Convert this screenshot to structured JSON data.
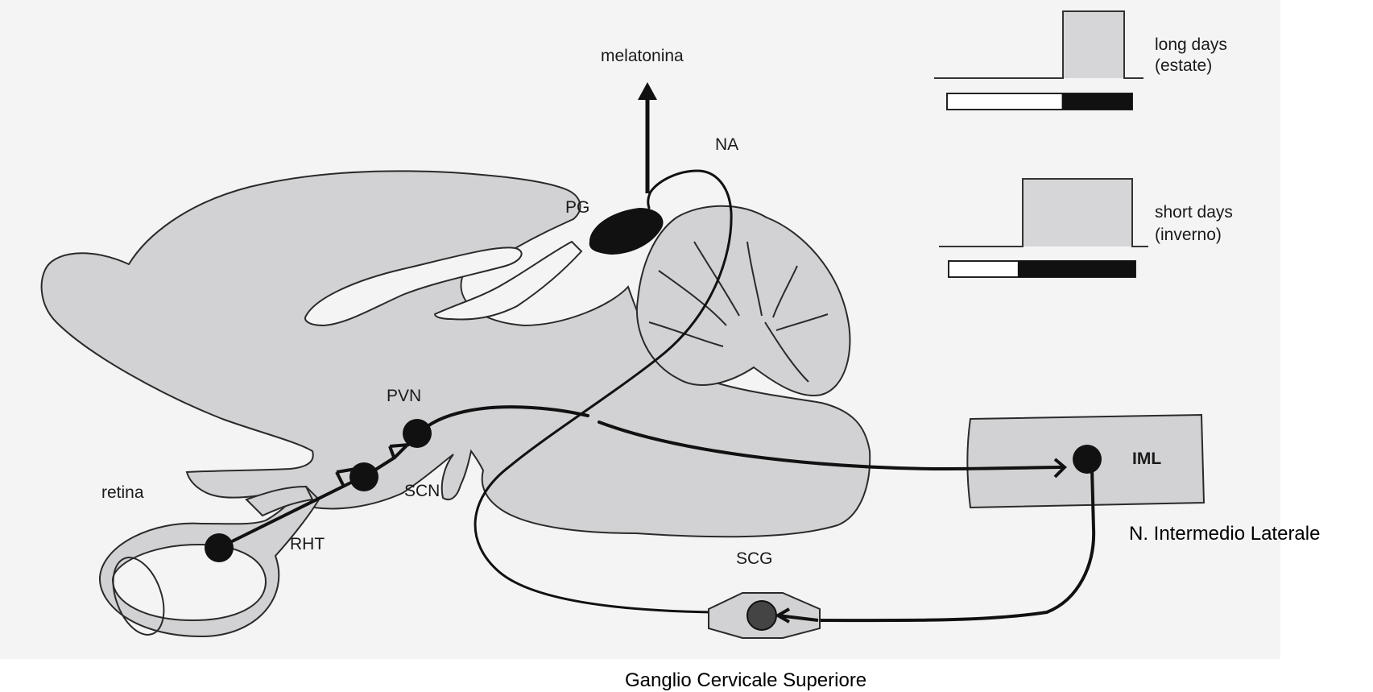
{
  "labels": {
    "melatonin": "melatonina",
    "noradrenaline": "NA",
    "pineal_gland": "PG",
    "paraventricular_nucleus": "PVN",
    "suprachiasmatic_nucleus": "SCN",
    "retina": "retina",
    "retinohypothalamic_tract": "RHT",
    "superior_cervical_ganglion": "SCG",
    "intermediolateral_nucleus": "IML"
  },
  "photoperiod": {
    "long": {
      "label_line1": "long days",
      "label_line2": "(estate)",
      "dark_fraction": 0.38
    },
    "short": {
      "label_line1": "short days",
      "label_line2": "(inverno)",
      "dark_fraction": 0.63
    }
  },
  "annotations": {
    "iml_full_name": "N. Intermedio Laterale",
    "scg_full_name": "Ganglio Cervicale Superiore"
  },
  "colors": {
    "tissue_fill": "#d2d2d4",
    "tissue_stroke": "#2a2a2a",
    "pathway": "#111111",
    "melatonin_pulse": "#d6d6d8",
    "background": "#ffffff",
    "panel": "#f4f4f4"
  }
}
